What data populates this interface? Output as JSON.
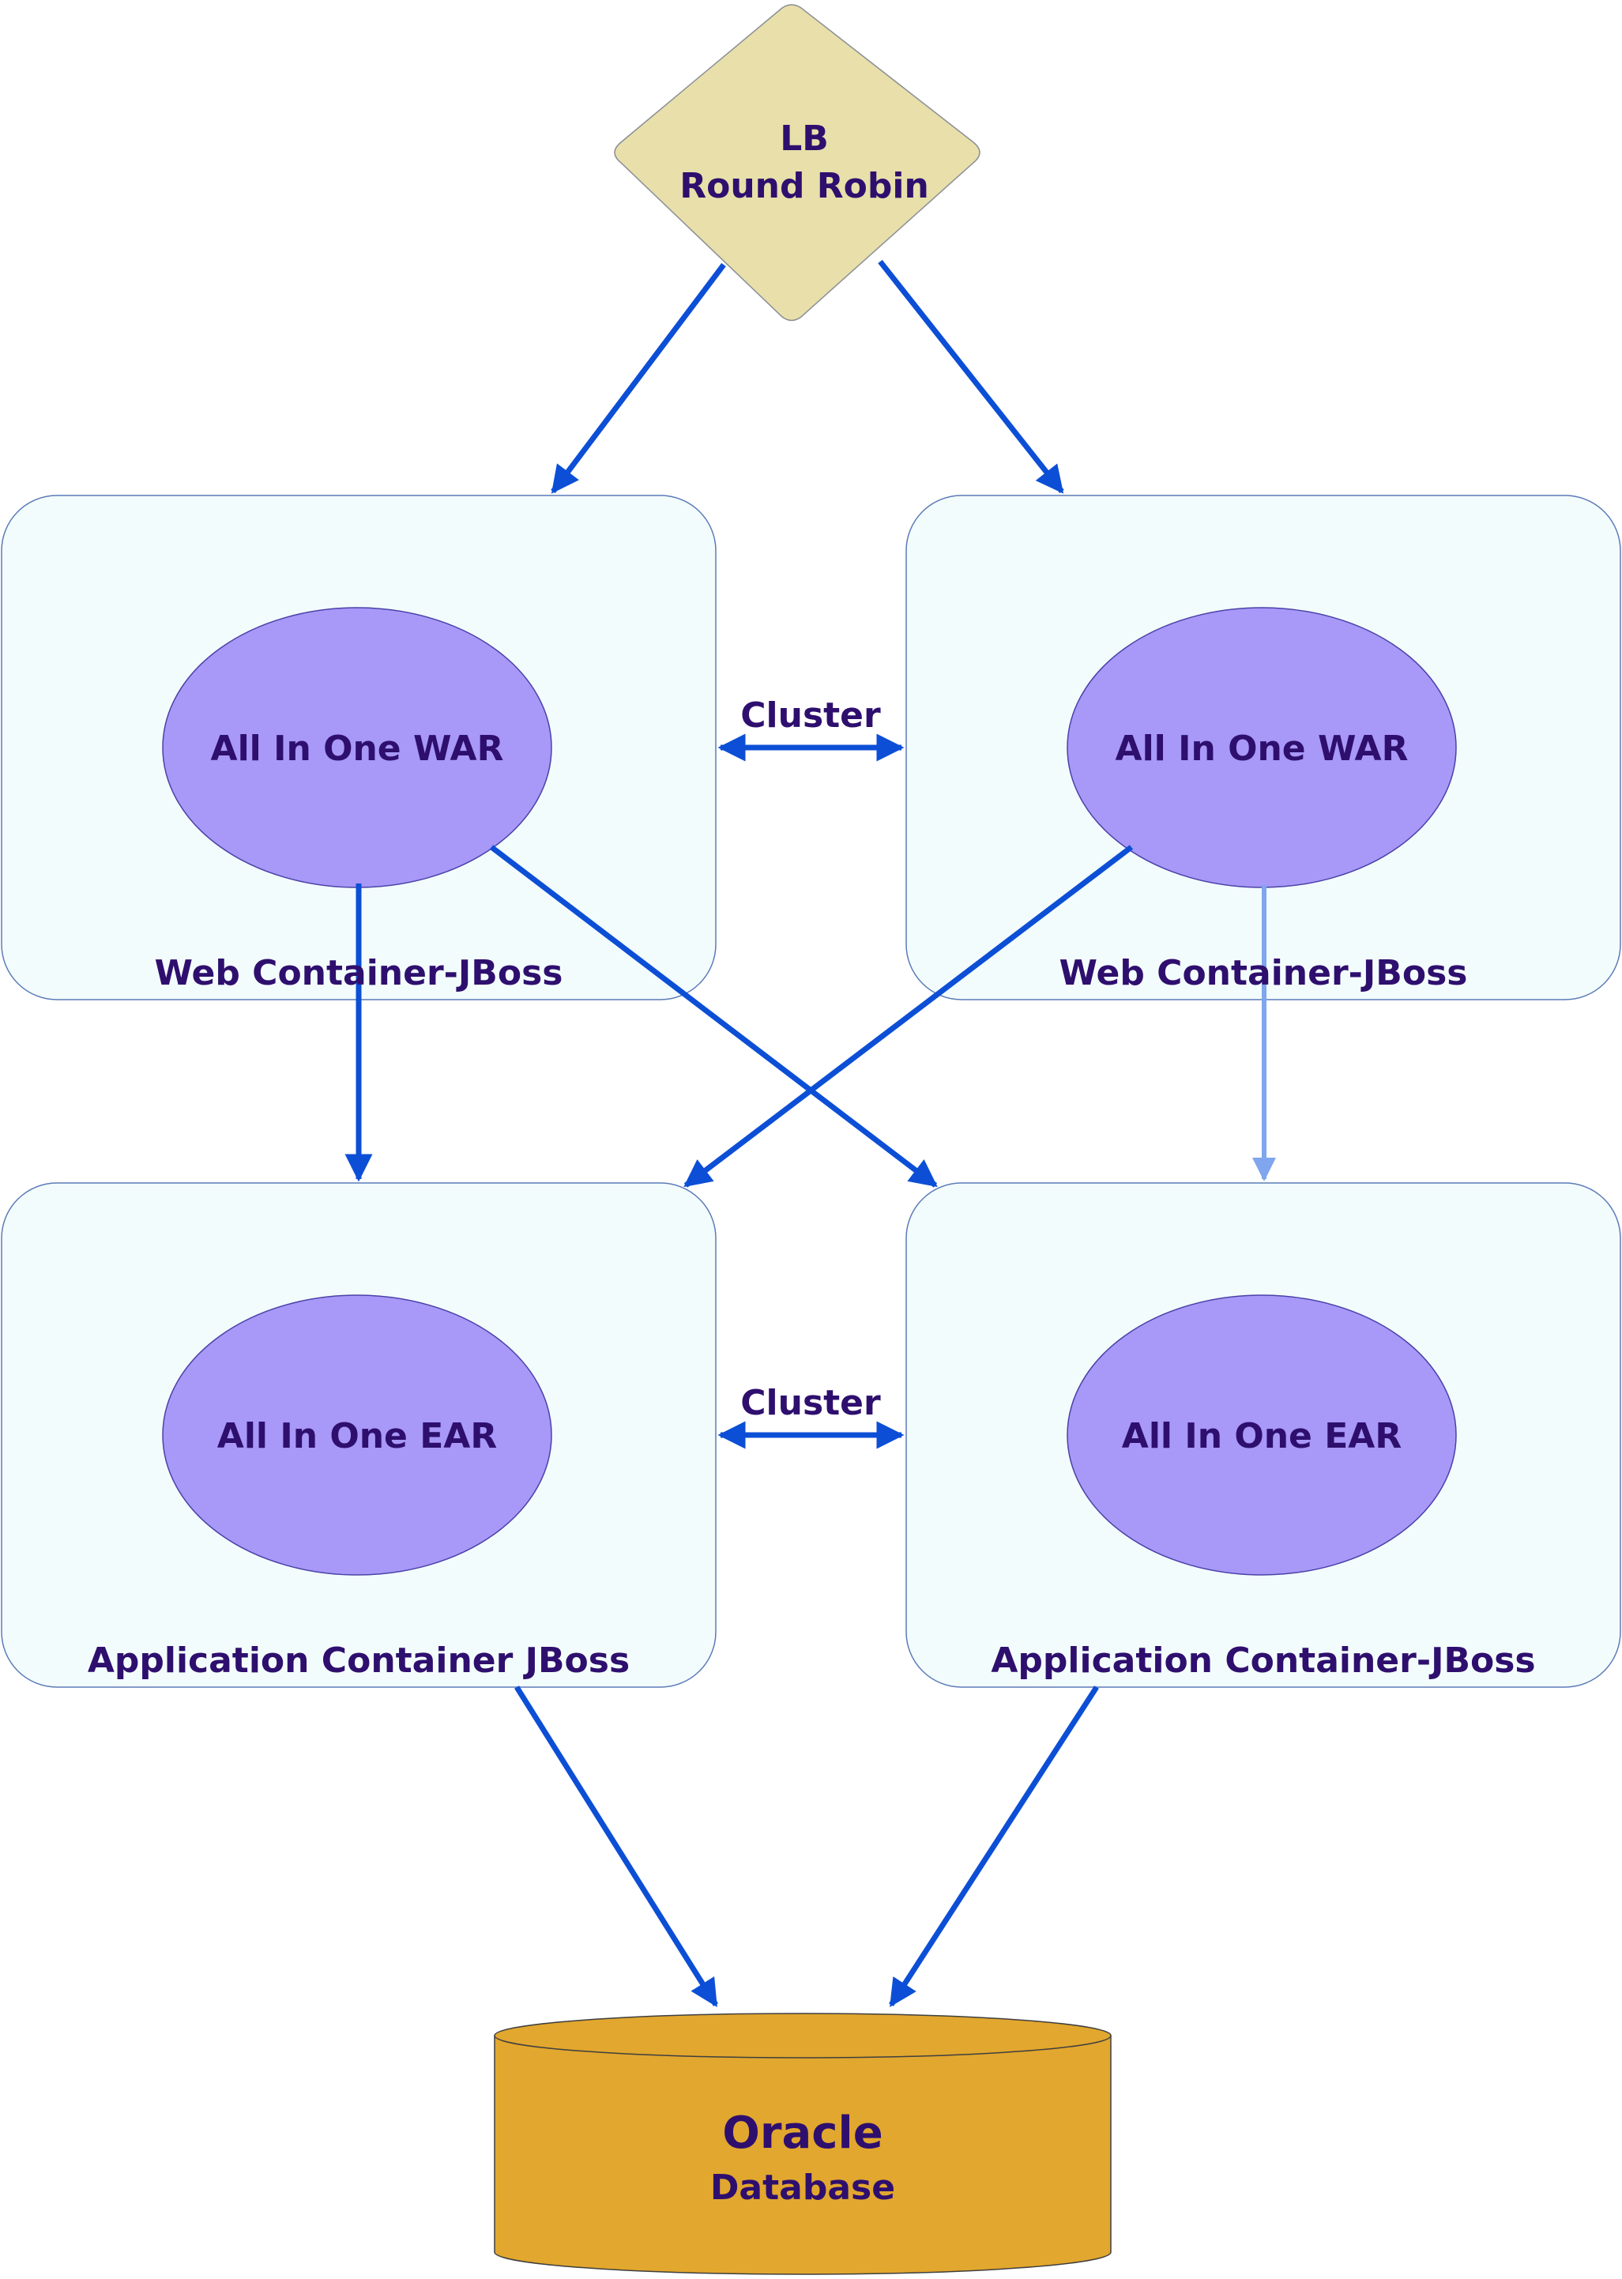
{
  "load_balancer": {
    "line1": "LB",
    "line2": "Round Robin"
  },
  "web_tier": {
    "left": {
      "container_label": "Web Container-JBoss",
      "module_label": "All In One WAR"
    },
    "right": {
      "container_label": "Web Container-JBoss",
      "module_label": "All In One WAR"
    },
    "cluster_label": "Cluster"
  },
  "app_tier": {
    "left": {
      "container_label": "Application Container JBoss",
      "module_label": "All In One EAR"
    },
    "right": {
      "container_label": "Application Container-JBoss",
      "module_label": "All In One EAR"
    },
    "cluster_label": "Cluster"
  },
  "database": {
    "name": "Oracle",
    "subtitle": "Database"
  },
  "colors": {
    "diamond_fill": "#e8dfaa",
    "container_fill": "#f3fcfc",
    "container_stroke": "#5b7bb8",
    "module_fill": "#a898f8",
    "arrow": "#0c4fd6",
    "arrow_light": "#7fa6ee",
    "db_fill": "#e2a72e",
    "text": "#2e0f6e"
  }
}
